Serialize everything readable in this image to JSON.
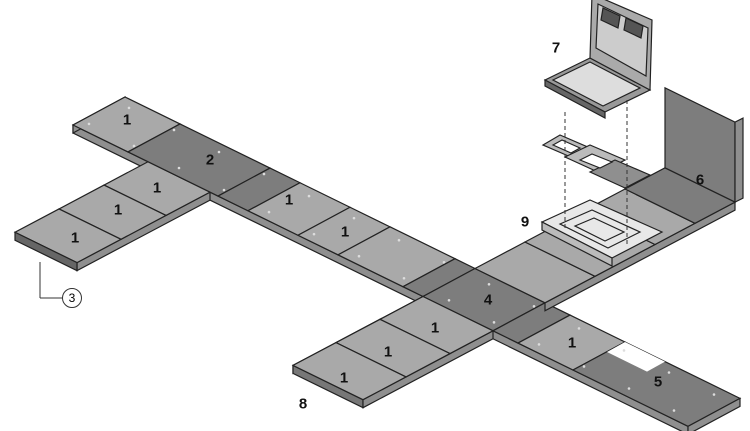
{
  "diagram": {
    "labels": {
      "straight_panel": "1",
      "panel_2": "2",
      "end_section": "3",
      "cross_junction": "4",
      "corner_section": "5",
      "wall_riser": "6",
      "floor_box_lid": "7",
      "end_cap": "8",
      "floor_box_insert": "9"
    },
    "colors": {
      "light_panel": "#a9a9a9",
      "dark_panel": "#7d7d7d",
      "edge": "#222222",
      "side": "#8f8f8f"
    }
  }
}
